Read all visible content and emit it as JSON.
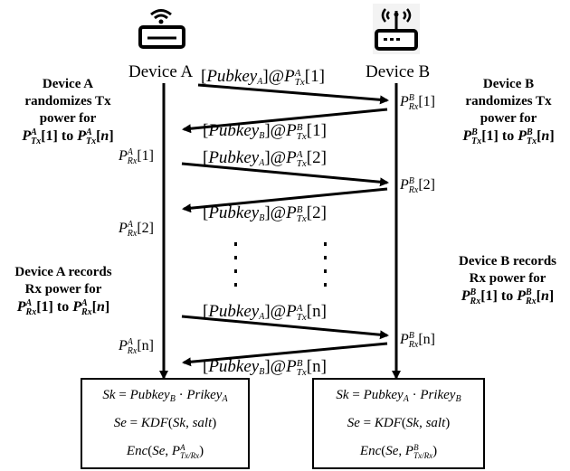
{
  "device_a": {
    "label": "Device A",
    "note_tx": [
      "Device A",
      "randomizes Tx",
      "power for"
    ],
    "note_rx": [
      "Device A records",
      "Rx power for"
    ],
    "to": "to"
  },
  "device_b": {
    "label": "Device B",
    "note_tx": [
      "Device B",
      "randomizes Tx",
      "power for"
    ],
    "note_rx": [
      "Device B records",
      "Rx power for"
    ],
    "to": "to"
  },
  "messages": [
    {
      "key": "Pubkey",
      "owner": "A",
      "sup": "A",
      "sub": "Tx",
      "idx": "1"
    },
    {
      "key": "Pubkey",
      "owner": "B",
      "sup": "B",
      "sub": "Tx",
      "idx": "1"
    },
    {
      "key": "Pubkey",
      "owner": "A",
      "sup": "A",
      "sub": "Tx",
      "idx": "2"
    },
    {
      "key": "Pubkey",
      "owner": "B",
      "sup": "B",
      "sub": "Tx",
      "idx": "2"
    },
    {
      "key": "Pubkey",
      "owner": "A",
      "sup": "A",
      "sub": "Tx",
      "idx": "n"
    },
    {
      "key": "Pubkey",
      "owner": "B",
      "sup": "B",
      "sub": "Tx",
      "idx": "n"
    }
  ],
  "rx_a": [
    "1",
    "2",
    "n"
  ],
  "rx_b": [
    "1",
    "2",
    "n"
  ],
  "box_a": {
    "line1": [
      "Sk",
      "Pubkey",
      "B",
      "Prikey",
      "A"
    ],
    "line2": [
      "Se",
      "KDF",
      "Sk",
      "salt"
    ],
    "line3": [
      "Enc",
      "Se",
      "A",
      "Tx/Rx"
    ]
  },
  "box_b": {
    "line1": [
      "Sk",
      "Pubkey",
      "A",
      "Prikey",
      "B"
    ],
    "line2": [
      "Se",
      "KDF",
      "Sk",
      "salt"
    ],
    "line3": [
      "Enc",
      "Se",
      "B",
      "Tx/Rx"
    ]
  },
  "symbols": {
    "at": "@",
    "eq": "=",
    "dot": "·",
    "comma": ", "
  }
}
